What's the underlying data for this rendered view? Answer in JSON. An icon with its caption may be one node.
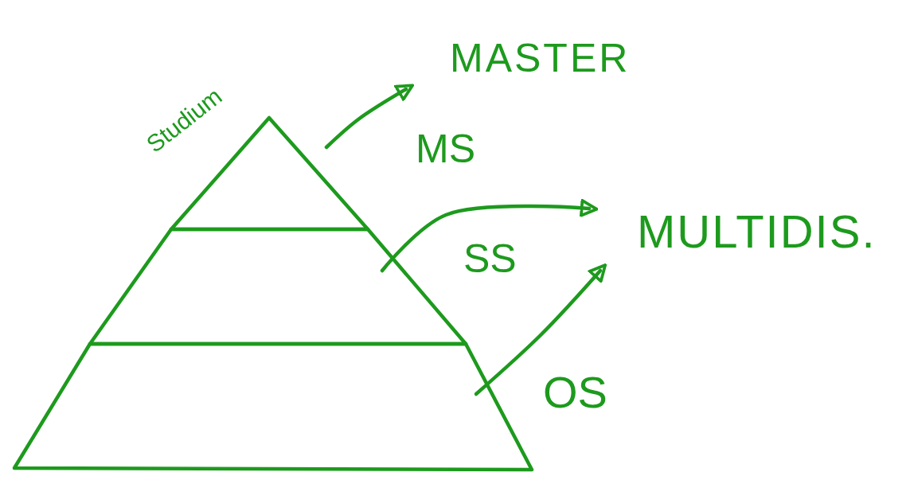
{
  "diagram": {
    "nodes": [
      {
        "text": [
          "MS"
        ]
      },
      {
        "text": [
          "SS"
        ]
      },
      {
        "text": [
          "OS"
        ]
      },
      {
        "text": [
          "MASTER"
        ]
      },
      {
        "text": [
          "MULTIDIS."
        ]
      }
    ],
    "edges": [
      {
        "from": 0,
        "to": 3,
        "arrow": "to"
      },
      {
        "from": 1,
        "to": 4,
        "arrow": "to"
      },
      {
        "from": 2,
        "to": 4,
        "arrow": "to"
      }
    ],
    "labels": [
      "Studium"
    ]
  }
}
